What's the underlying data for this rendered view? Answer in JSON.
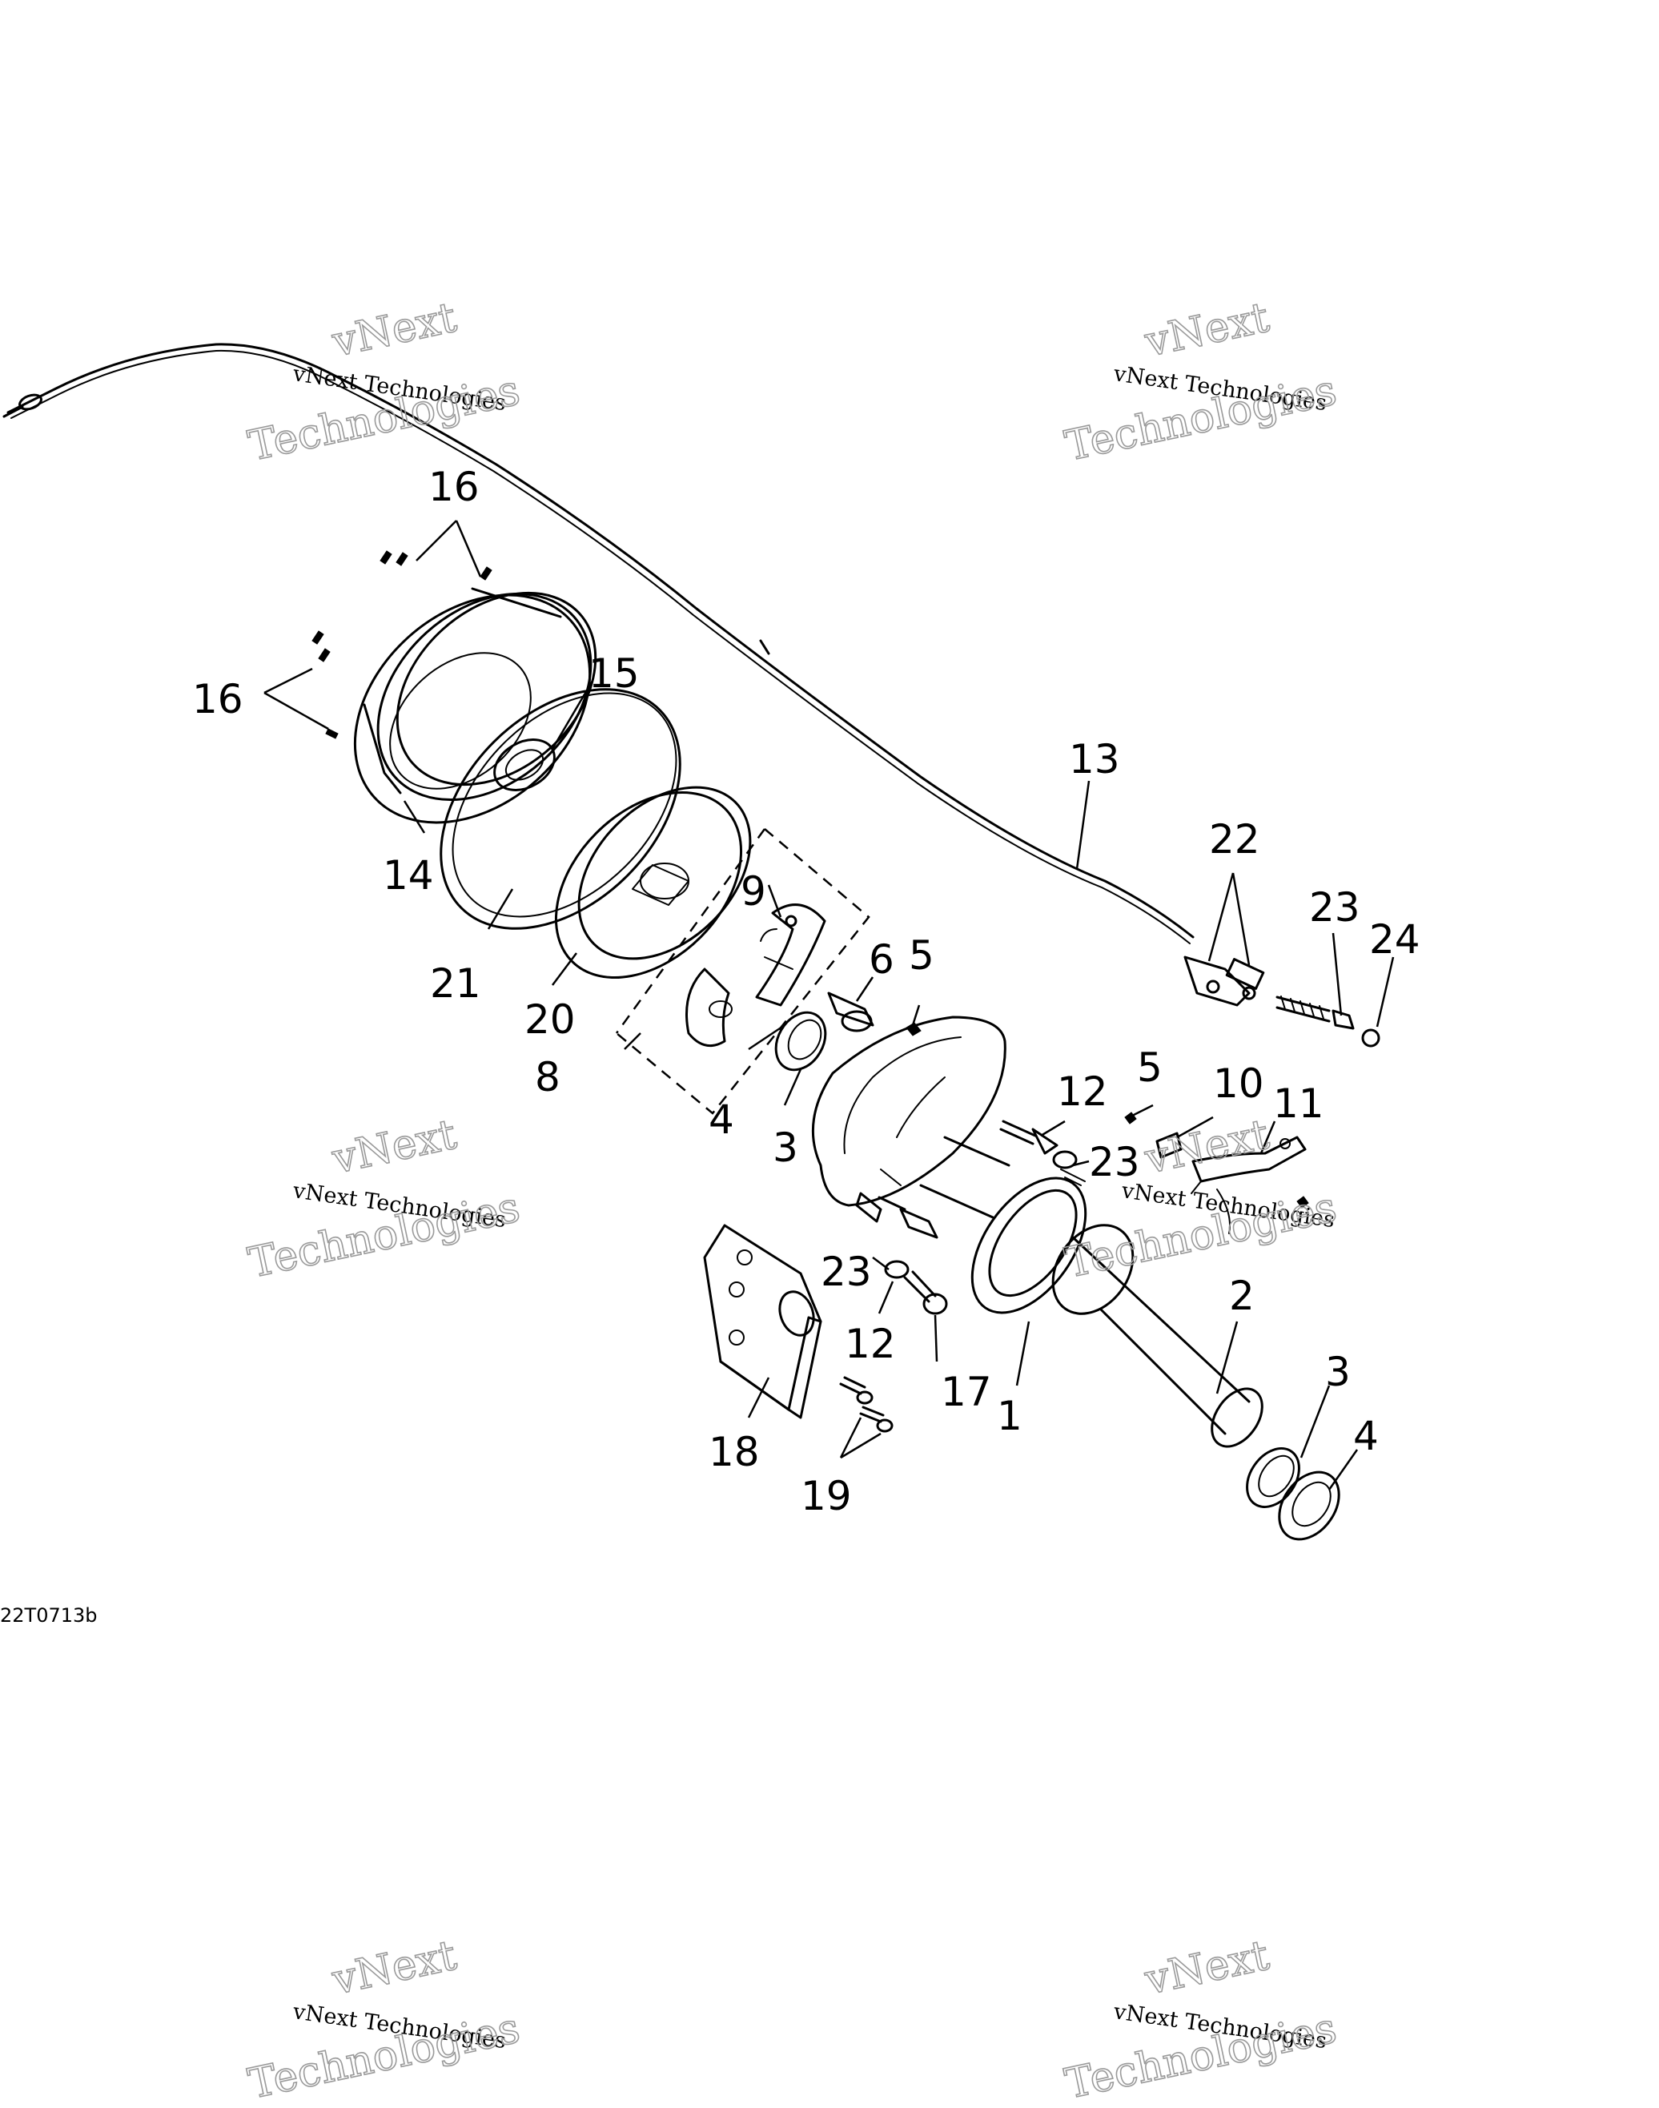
{
  "figure_id": "22T0713b",
  "callouts": {
    "c1": "1",
    "c2": "2",
    "c3a": "3",
    "c3b": "3",
    "c4a": "4",
    "c4b": "4",
    "c5a": "5",
    "c5b": "5",
    "c6": "6",
    "c8": "8",
    "c9": "9",
    "c10": "10",
    "c11": "11",
    "c12a": "12",
    "c12b": "12",
    "c13": "13",
    "c14": "14",
    "c15": "15",
    "c16a": "16",
    "c16b": "16",
    "c17": "17",
    "c18": "18",
    "c19": "19",
    "c20": "20",
    "c21": "21",
    "c22": "22",
    "c23a": "23",
    "c23b": "23",
    "c23c": "23",
    "c24": "24"
  },
  "watermark": {
    "small": "vNext Technologies",
    "line1": "vNext",
    "line2": "Technologies"
  }
}
